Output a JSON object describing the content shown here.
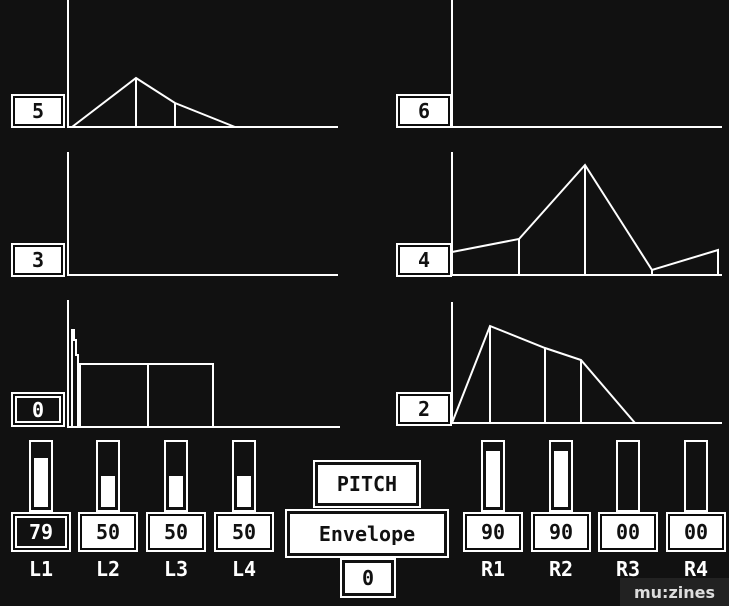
{
  "operators": [
    {
      "label": "5"
    },
    {
      "label": "6"
    },
    {
      "label": "3"
    },
    {
      "label": "4"
    },
    {
      "label": "0"
    },
    {
      "label": "2"
    }
  ],
  "levels": [
    {
      "name": "L1",
      "value": "79",
      "fraction": 0.79
    },
    {
      "name": "L2",
      "value": "50",
      "fraction": 0.5
    },
    {
      "name": "L3",
      "value": "50",
      "fraction": 0.5
    },
    {
      "name": "L4",
      "value": "50",
      "fraction": 0.5
    }
  ],
  "rates": [
    {
      "name": "R1",
      "value": "90",
      "fraction": 0.9
    },
    {
      "name": "R2",
      "value": "90",
      "fraction": 0.9
    },
    {
      "name": "R3",
      "value": "00",
      "fraction": 0
    },
    {
      "name": "R4",
      "value": "00",
      "fraction": 0
    }
  ],
  "mode": {
    "pitch": "PITCH",
    "envelope": "Envelope",
    "value": "0"
  },
  "logo": "mu:zines"
}
